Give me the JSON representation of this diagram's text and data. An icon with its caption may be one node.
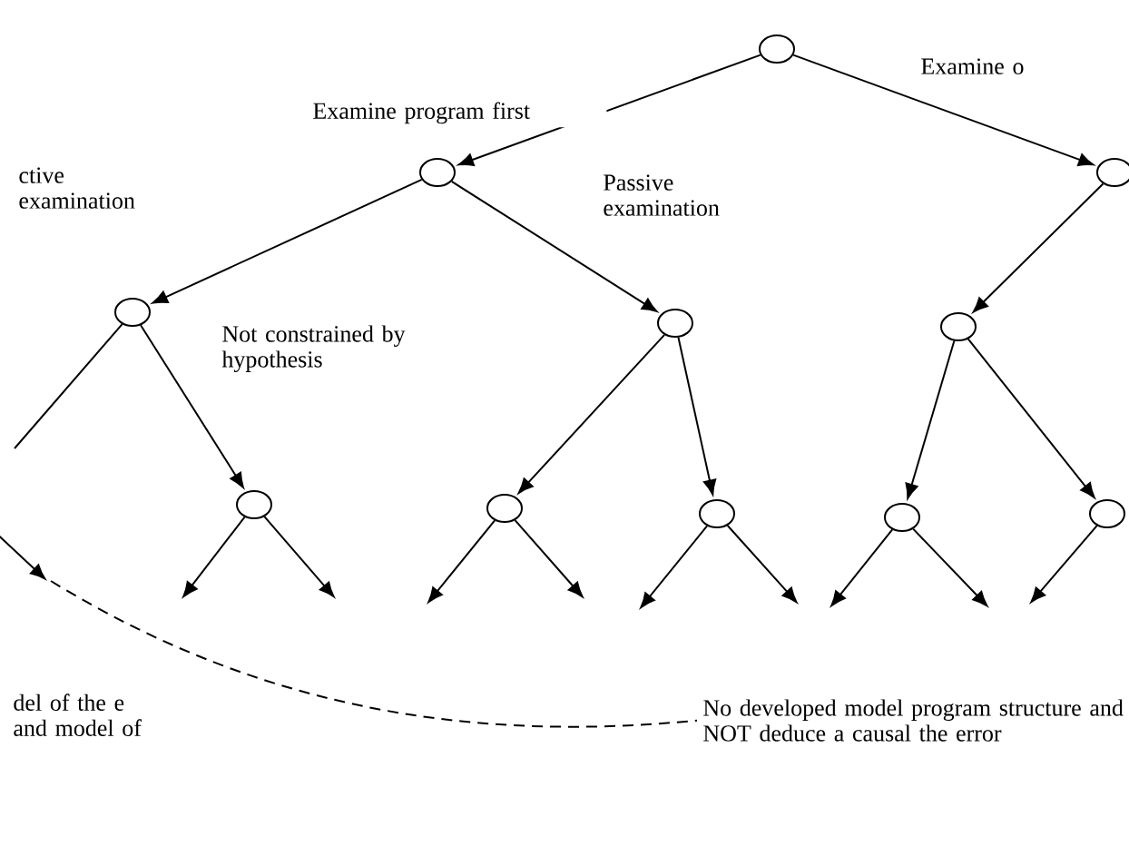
{
  "diagram": {
    "nodes": [
      {
        "text": [],
        "shape": "circle"
      },
      {
        "text": [],
        "shape": "circle"
      },
      {
        "text": [],
        "shape": "circle"
      },
      {
        "text": [],
        "shape": "circle"
      },
      {
        "text": [],
        "shape": "circle"
      },
      {
        "text": [],
        "shape": "circle"
      },
      {
        "text": [],
        "shape": "circle"
      },
      {
        "text": [],
        "shape": "circle"
      },
      {
        "text": [],
        "shape": "circle"
      },
      {
        "text": [],
        "shape": "circle"
      },
      {
        "text": [],
        "shape": "circle"
      },
      {
        "text": [
          "No developed model program structure and NOT deduce a causal the error"
        ]
      }
    ],
    "edges": [
      {
        "from": 0,
        "to": 1,
        "arrow": "to",
        "label": "Examine program first"
      },
      {
        "from": 0,
        "to": 2,
        "arrow": "to",
        "label": "Examine o"
      },
      {
        "from": 1,
        "to": 3,
        "arrow": "to",
        "label": "ctive examination"
      },
      {
        "from": 1,
        "to": 4,
        "arrow": "to",
        "label": "Passive examination"
      },
      {
        "from": 2,
        "to": 5,
        "arrow": "to"
      },
      {
        "from": 3,
        "to": null,
        "arrow": "none"
      },
      {
        "from": 3,
        "to": 6,
        "arrow": "to",
        "label": "Not constrained by hypothesis"
      },
      {
        "from": 4,
        "to": 7,
        "arrow": "to"
      },
      {
        "from": 4,
        "to": 8,
        "arrow": "to"
      },
      {
        "from": 5,
        "to": 9,
        "arrow": "to"
      },
      {
        "from": 5,
        "to": 10,
        "arrow": "to"
      },
      {
        "from": 6,
        "to": null,
        "arrow": "to"
      },
      {
        "from": 6,
        "to": null,
        "arrow": "to"
      },
      {
        "from": 7,
        "to": null,
        "arrow": "to"
      },
      {
        "from": 7,
        "to": null,
        "arrow": "to"
      },
      {
        "from": 8,
        "to": null,
        "arrow": "to"
      },
      {
        "from": 8,
        "to": null,
        "arrow": "to"
      },
      {
        "from": 9,
        "to": null,
        "arrow": "to"
      },
      {
        "from": 9,
        "to": null,
        "arrow": "to"
      },
      {
        "from": 10,
        "to": null,
        "arrow": "to"
      },
      {
        "from": null,
        "to": 11,
        "arrow": "none",
        "style": "dashed"
      }
    ],
    "labels": [
      "del of the e and model of"
    ]
  }
}
